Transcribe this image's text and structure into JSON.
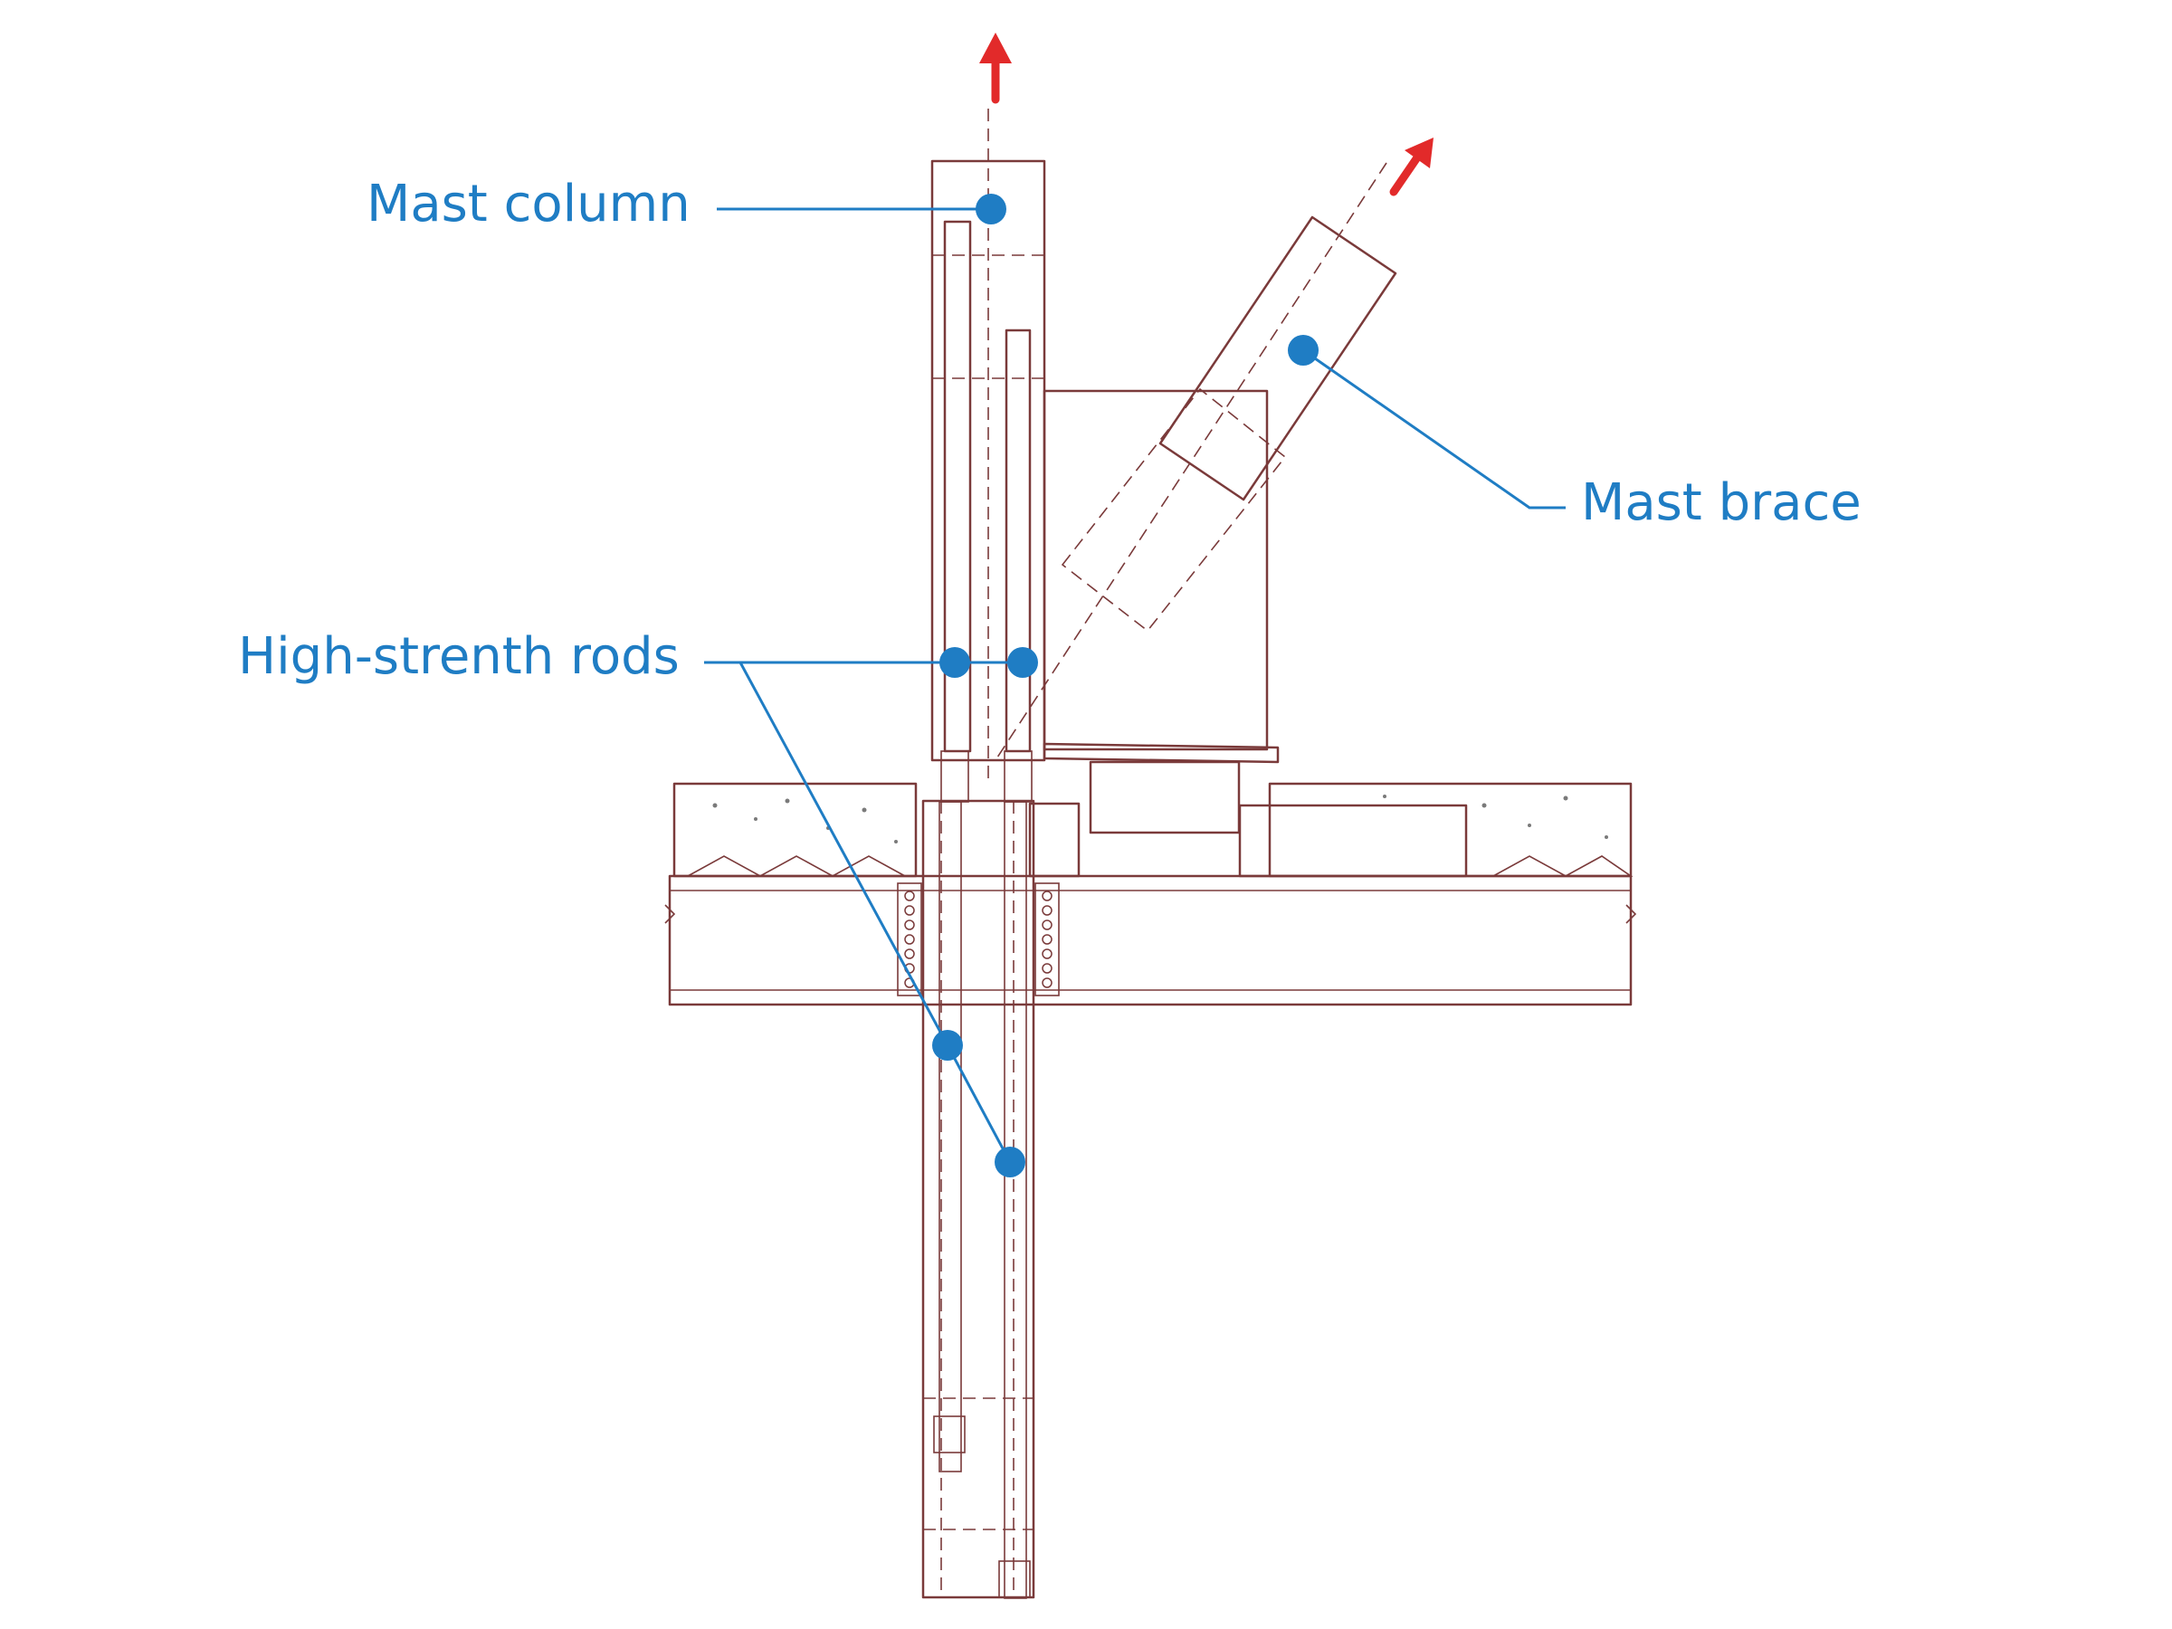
{
  "labels": {
    "mast_column": "Mast column",
    "mast_brace": "Mast brace",
    "high_strength_rods": "High-strenth rods"
  },
  "colors": {
    "label_blue": "#1f7dc4",
    "arrow_red": "#e22a2a",
    "member_pink": "#f3a6a8",
    "light_pink": "#fbe1e2",
    "rod_orange": "#f08a72",
    "concrete_gray": "#d9d9d9"
  },
  "icons": [
    "tension-arrow-icon",
    "tension-arrow-icon"
  ]
}
